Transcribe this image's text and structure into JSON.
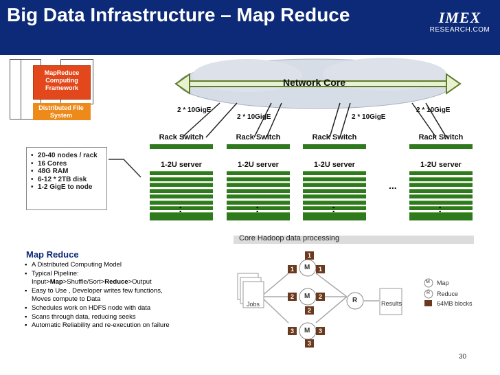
{
  "header": {
    "title": "Big Data Infrastructure – Map Reduce",
    "logo_text": "IMEX",
    "logo_sub": "RESEARCH.COM"
  },
  "stack_diagram": {
    "mapreduce_label": "MapReduce Computing Framework",
    "dfs_label": "Distributed File System"
  },
  "node_specs": [
    "20-40 nodes / rack",
    "16 Cores",
    "48G RAM",
    "6-12 * 2TB disk",
    "1-2 GigE to node"
  ],
  "network": {
    "core_label": "Network Core",
    "links": [
      "2 * 10GigE",
      "2 * 10GigE",
      "2 * 10GigE",
      "2 * 10GigE"
    ],
    "racks": [
      {
        "switch": "Rack Switch",
        "server": "1-2U server"
      },
      {
        "switch": "Rack Switch",
        "server": "1-2U server"
      },
      {
        "switch": "Rack Switch",
        "server": "1-2U server"
      },
      {
        "switch": "Rack Switch",
        "server": "1-2U server"
      }
    ],
    "ellipsis": "...",
    "vertical_dots": ":"
  },
  "map_reduce": {
    "title": "Map Reduce",
    "bullets": [
      "A Distributed Computing Model",
      "Typical Pipeline:",
      "Easy to Use , Developer writes few functions,",
      "Schedules work on HDFS node with data",
      "Scans through data, reducing seeks",
      "Automatic Reliability and re-execution on failure"
    ],
    "pipeline_parts": {
      "p1": "Input>",
      "p2": "Map",
      "p3": ">Shuffle/Sort>",
      "p4": "Reduce",
      "p5": ">Output"
    },
    "easy_line2": "Moves compute to Data"
  },
  "hadoop": {
    "label": "Core Hadoop data processing",
    "jobs": "Jobs",
    "results": "Results",
    "map_symbol": "M",
    "reduce_symbol": "R",
    "block_numbers": [
      "1",
      "1",
      "1",
      "2",
      "2",
      "2",
      "3",
      "3",
      "3"
    ],
    "legend": {
      "map": "Map",
      "reduce": "Reduce",
      "blocks": "64MB blocks"
    }
  },
  "page_number": "30",
  "colors": {
    "header_bg": "#0d2a78",
    "mapreduce": "#e2481b",
    "dfs": "#ee8a1a",
    "server_green": "#2f7a1f",
    "block_brown": "#6b3a1e"
  }
}
